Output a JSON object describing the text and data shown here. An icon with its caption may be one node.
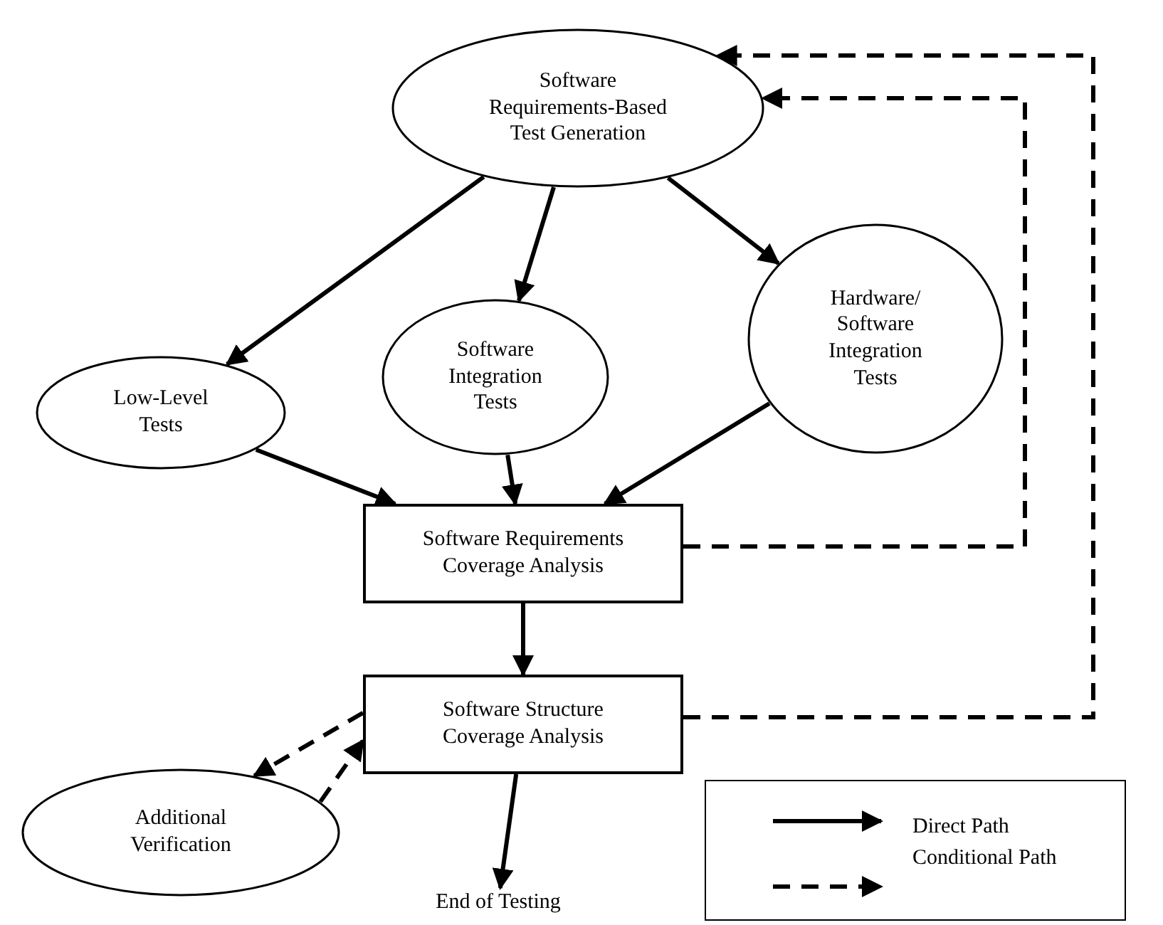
{
  "diagram": {
    "nodes": [
      {
        "text": [
          "Software Requirements-Based Test Generation"
        ]
      },
      {
        "text": [
          "Low-Level Tests"
        ]
      },
      {
        "text": [
          "Software Integration Tests"
        ]
      },
      {
        "text": [
          "Hardware/ Software Integration Tests"
        ]
      },
      {
        "text": [
          "Software Requirements Coverage Analysis"
        ]
      },
      {
        "text": [
          "Software Structure Coverage Analysis"
        ]
      },
      {
        "text": [
          "Additional Verification"
        ]
      },
      {
        "text": [
          "End of Testing"
        ]
      }
    ],
    "edges": [
      {
        "from": 0,
        "to": 1,
        "arrow": "to"
      },
      {
        "from": 0,
        "to": 2,
        "arrow": "to"
      },
      {
        "from": 0,
        "to": 3,
        "arrow": "to"
      },
      {
        "from": 1,
        "to": 4,
        "arrow": "to"
      },
      {
        "from": 2,
        "to": 4,
        "arrow": "to"
      },
      {
        "from": 3,
        "to": 4,
        "arrow": "to"
      },
      {
        "from": 4,
        "to": 5,
        "arrow": "to"
      },
      {
        "from": 4,
        "to": 0,
        "arrow": "to",
        "style": "dashed"
      },
      {
        "from": 5,
        "to": 0,
        "arrow": "to",
        "style": "dashed"
      },
      {
        "from": 5,
        "to": 6,
        "arrow": "to",
        "style": "dashed"
      },
      {
        "from": 6,
        "to": 5,
        "arrow": "to",
        "style": "dashed"
      },
      {
        "from": 5,
        "to": 7,
        "arrow": "to"
      }
    ],
    "legend": [
      {
        "text": "Direct Path"
      },
      {
        "text": "Conditional Path"
      }
    ]
  }
}
